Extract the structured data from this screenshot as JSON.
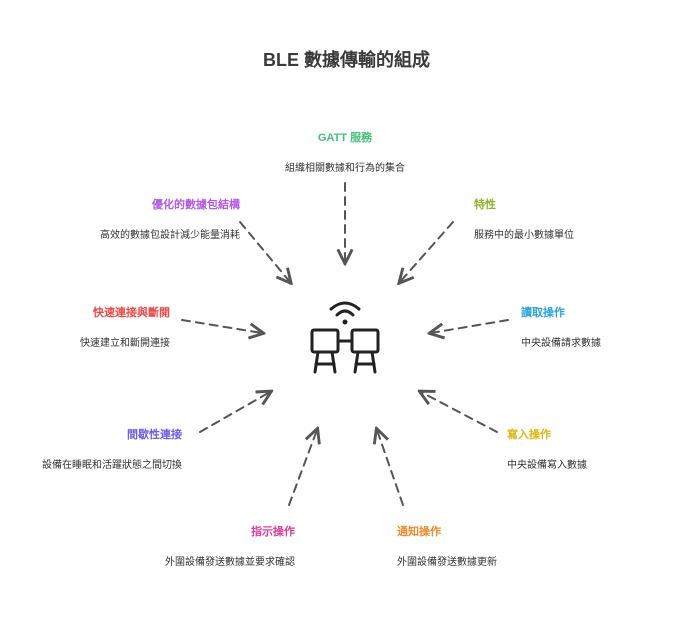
{
  "title": "BLE 數據傳輸的組成",
  "nodes": {
    "gatt": {
      "title": "GATT 服務",
      "desc": "組織相關數據和行為的集合",
      "color": "#43c07a"
    },
    "char": {
      "title": "特性",
      "desc": "服務中的最小數據單位",
      "color": "#8fb330"
    },
    "read": {
      "title": "讀取操作",
      "desc": "中央設備請求數據",
      "color": "#2fa6d8"
    },
    "write": {
      "title": "寫入操作",
      "desc": "中央設備寫入數據",
      "color": "#e0b613"
    },
    "notify": {
      "title": "通知操作",
      "desc": "外圍設備發送數據更新",
      "color": "#ee8a2d"
    },
    "indicate": {
      "title": "指示操作",
      "desc": "外圍設備發送數據並要求確認",
      "color": "#dd3d9b"
    },
    "interval": {
      "title": "間歇性連接",
      "desc": "設備在睡眠和活躍狀態之間切換",
      "color": "#6d5fe0"
    },
    "fast": {
      "title": "快速連接與斷開",
      "desc": "快速建立和斷開連接",
      "color": "#ee4a4a"
    },
    "optimized": {
      "title": "優化的數據包結構",
      "desc": "高效的數據包設計減少能量消耗",
      "color": "#b45be3"
    }
  },
  "center_icon": "ble-network-icon",
  "arrow_color": "#555555"
}
